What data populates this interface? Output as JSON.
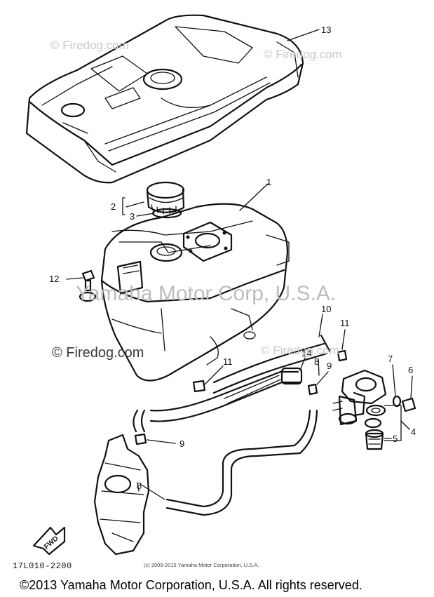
{
  "watermarks": {
    "firedog_top_left": "© Firedog.com",
    "firedog_top_right": "© Firedog.com",
    "yamaha_center": "Yamaha Motor Corp, U.S.A.",
    "firedog_mid": "© Firedog.com",
    "firedog_mid_right": "© Firedog.com"
  },
  "callouts": {
    "c13": "13",
    "c1": "1",
    "c2": "2",
    "c3": "3",
    "c12": "12",
    "c10": "10",
    "c11a": "11",
    "c11b": "11",
    "c9a": "9",
    "c14": "14",
    "c8a": "8",
    "c7": "7",
    "c6": "6",
    "c4": "4",
    "c5": "5",
    "c9b": "9",
    "c8b": "8"
  },
  "fwd_label": "FWD",
  "diagram_code": "17L010-2200",
  "small_copyright": "(c) 2009-2015 Yamaha Motor Corporation, U.S.A.",
  "footer": "©2013 Yamaha Motor Corporation, U.S.A. All rights reserved."
}
